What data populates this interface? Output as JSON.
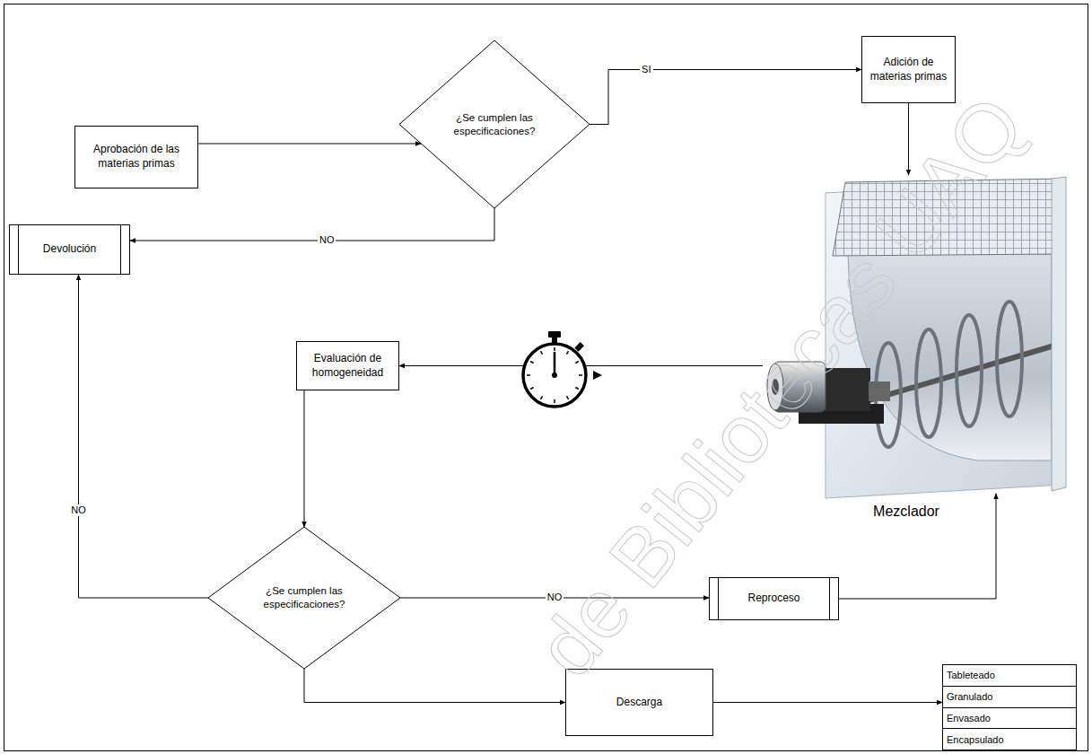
{
  "diagram": {
    "nodes": [
      {
        "text": [
          "Aprobación de las materias primas"
        ]
      },
      {
        "text": [
          "¿Se cumplen las especificaciones?"
        ]
      },
      {
        "text": [
          "Adición de materias primas"
        ]
      },
      {
        "text": [
          "Devolución"
        ]
      },
      {
        "text": [
          "Evaluación de homogeneidad"
        ]
      },
      {
        "text": [
          "¿Se cumplen las especificaciones?"
        ]
      },
      {
        "text": [
          "Reproceso"
        ]
      },
      {
        "text": [
          "Descarga"
        ]
      },
      {
        "text": [
          "Mezclador"
        ]
      },
      {
        "text": [
          "Tableteado",
          "Granulado",
          "Envasado",
          "Encapsulado"
        ]
      }
    ],
    "edges": [
      {
        "from": 0,
        "to": 1,
        "arrow": "to"
      },
      {
        "from": 1,
        "to": 2,
        "label": "SI",
        "arrow": "to"
      },
      {
        "from": 1,
        "to": 3,
        "label": "NO",
        "arrow": "to"
      },
      {
        "from": 2,
        "to": 8,
        "arrow": "to"
      },
      {
        "from": 8,
        "to": 4,
        "arrow": "to"
      },
      {
        "from": 4,
        "to": 5,
        "arrow": "to"
      },
      {
        "from": 5,
        "to": 3,
        "label": "NO",
        "arrow": "to"
      },
      {
        "from": 5,
        "to": 6,
        "label": "NO",
        "arrow": "to"
      },
      {
        "from": 6,
        "to": 8,
        "arrow": "to"
      },
      {
        "from": 5,
        "to": 7,
        "arrow": "to"
      },
      {
        "from": 7,
        "to": 9,
        "arrow": "to"
      }
    ],
    "labels": [
      "de Bibliotecas UAQ"
    ]
  }
}
